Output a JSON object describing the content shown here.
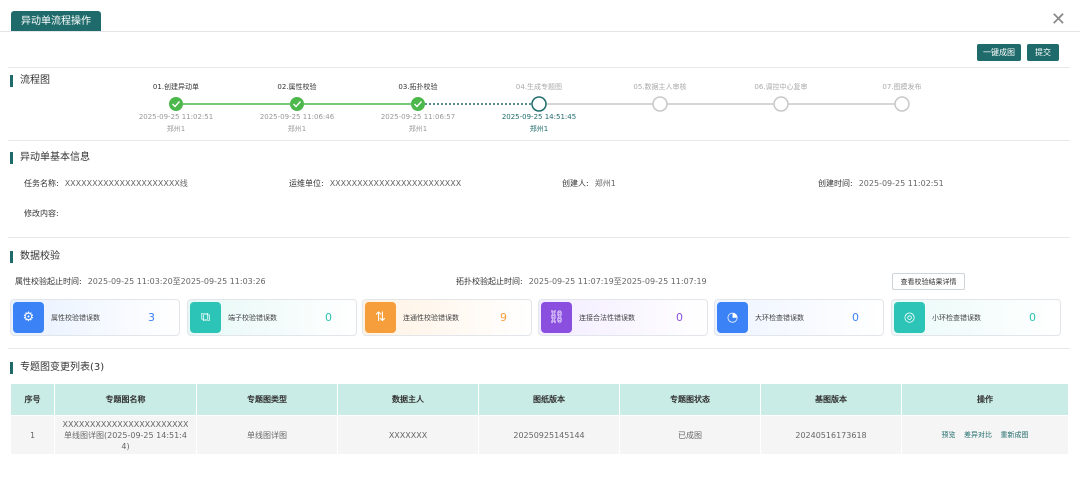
{
  "dialog": {
    "title": "异动单流程操作"
  },
  "toolbar": {
    "one_click_label": "一键成图",
    "submit_label": "提交"
  },
  "flow": {
    "section_title": "流程图",
    "steps": [
      {
        "label": "01.创建异动单",
        "time": "2025-09-25 11:02:51",
        "user": "郑州1",
        "status": "done"
      },
      {
        "label": "02.属性校验",
        "time": "2025-09-25 11:06:46",
        "user": "郑州1",
        "status": "done"
      },
      {
        "label": "03.拓扑校验",
        "time": "2025-09-25 11:06:57",
        "user": "郑州1",
        "status": "done"
      },
      {
        "label": "04.生成专题图",
        "time": "2025-09-25 14:51:45",
        "user": "郑州1",
        "status": "current"
      },
      {
        "label": "05.数据主人审核",
        "time": "",
        "user": "",
        "status": "pending"
      },
      {
        "label": "06.调控中心复审",
        "time": "",
        "user": "",
        "status": "pending"
      },
      {
        "label": "07.图模发布",
        "time": "",
        "user": "",
        "status": "pending"
      }
    ],
    "colors": {
      "done": "#4cb84c",
      "current": "#1f6b6b",
      "pending": "#c8c8c8"
    }
  },
  "info": {
    "section_title": "异动单基本信息",
    "task_name_label": "任务名称:",
    "task_name_value": "XXXXXXXXXXXXXXXXXXXXX线",
    "unit_label": "运维单位:",
    "unit_value": "XXXXXXXXXXXXXXXXXXXXXXXX",
    "creator_label": "创建人:",
    "creator_value": "郑州1",
    "created_time_label": "创建时间:",
    "created_time_value": "2025-09-25 11:02:51",
    "modify_label": "修改内容:",
    "modify_value": ""
  },
  "validation": {
    "section_title": "数据校验",
    "attr_range_label": "属性校验起止时间:",
    "attr_range_value": "2025-09-25 11:03:20至2025-09-25 11:03:26",
    "topo_range_label": "拓扑校验起止时间:",
    "topo_range_value": "2025-09-25 11:07:19至2025-09-25 11:07:19",
    "details_button": "查看校验结果详情",
    "cards": [
      {
        "label": "属性校验错误数",
        "value": "3",
        "icon": "gear-icon",
        "icon_color": "#3b82f6",
        "bg": "#e8f1ff",
        "num_color": "#3b82f6"
      },
      {
        "label": "端子校验错误数",
        "value": "0",
        "icon": "network-icon",
        "icon_color": "#2cc4b6",
        "bg": "#e6f8f6",
        "num_color": "#2cc4b6"
      },
      {
        "label": "连通性校验错误数",
        "value": "9",
        "icon": "road-icon",
        "icon_color": "#f59e3b",
        "bg": "#fff2e3",
        "num_color": "#f59e3b"
      },
      {
        "label": "连接合法性错误数",
        "value": "0",
        "icon": "link-icon",
        "icon_color": "#8b4fe0",
        "bg": "#f3ecff",
        "num_color": "#8b4fe0"
      },
      {
        "label": "大环检查错误数",
        "value": "0",
        "icon": "ring-chart-icon",
        "icon_color": "#3b82f6",
        "bg": "#eef4ff",
        "num_color": "#3b82f6"
      },
      {
        "label": "小环检查错误数",
        "value": "0",
        "icon": "ring-icon",
        "icon_color": "#2cc4b6",
        "bg": "#eafaf8",
        "num_color": "#2cc4b6"
      }
    ]
  },
  "table": {
    "section_title": "专题图变更列表(3)",
    "columns": [
      "序号",
      "专题图名称",
      "专题图类型",
      "数据主人",
      "图纸版本",
      "专题图状态",
      "基图版本",
      "操作"
    ],
    "rows": [
      {
        "index": "1",
        "name_line1": "XXXXXXXXXXXXXXXXXXXXXXX",
        "name_line2": "单线图详图(2025-09-25 14:51:4",
        "name_line3": "4)",
        "type": "单线图详图",
        "owner": "XXXXXXX",
        "drawing_version": "20250925145144",
        "status": "已成图",
        "base_version": "20240516173618",
        "ops": [
          "预览",
          "差异对比",
          "重新成图"
        ]
      }
    ]
  }
}
